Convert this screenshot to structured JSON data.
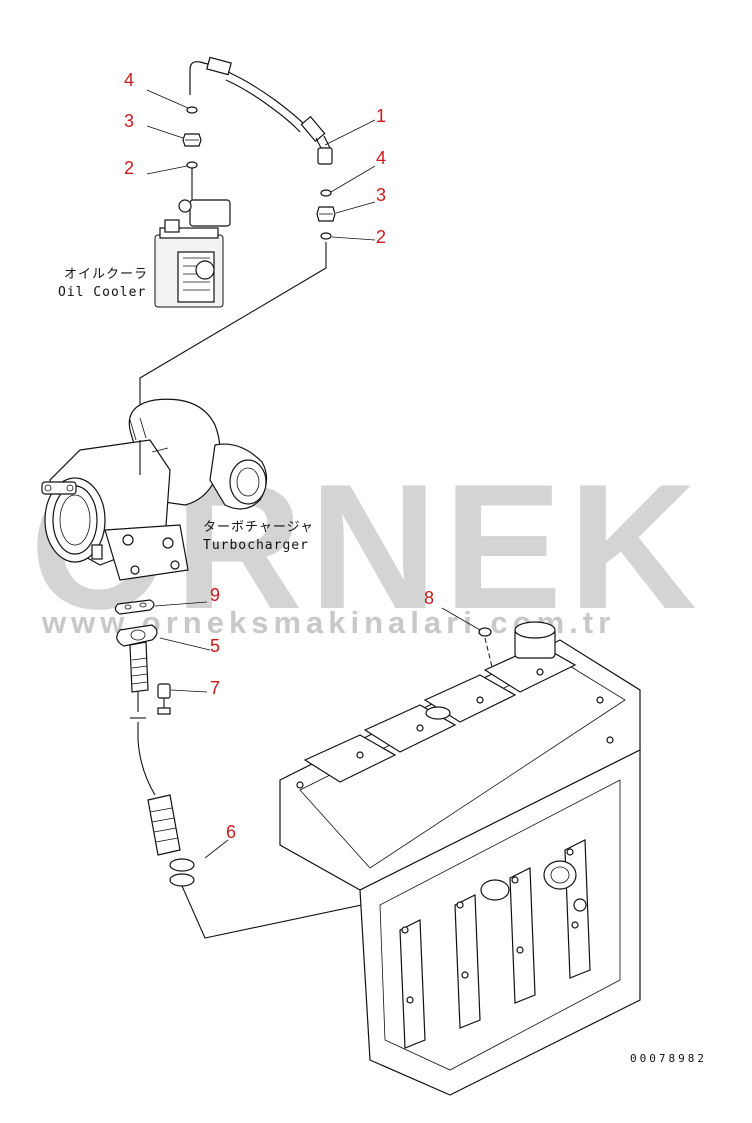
{
  "callouts": [
    {
      "id": "c1",
      "text": "1"
    },
    {
      "id": "c2a",
      "text": "2"
    },
    {
      "id": "c2b",
      "text": "2"
    },
    {
      "id": "c3a",
      "text": "3"
    },
    {
      "id": "c3b",
      "text": "3"
    },
    {
      "id": "c4a",
      "text": "4"
    },
    {
      "id": "c4b",
      "text": "4"
    },
    {
      "id": "c5",
      "text": "5"
    },
    {
      "id": "c6",
      "text": "6"
    },
    {
      "id": "c7",
      "text": "7"
    },
    {
      "id": "c8",
      "text": "8"
    },
    {
      "id": "c9",
      "text": "9"
    }
  ],
  "captions": {
    "oil_cooler_jp": "オイルクーラ",
    "oil_cooler_en": "Oil Cooler",
    "turbo_jp": "ターボチャージャ",
    "turbo_en": "Turbocharger"
  },
  "watermark": {
    "brand": "ORNEK",
    "url": "www.orneksmakinalari.com.tr"
  },
  "reference_number": "00078982",
  "colors": {
    "callout": "#cc1a1a",
    "line_art": "#111111",
    "watermark": "#d4d4d4"
  }
}
